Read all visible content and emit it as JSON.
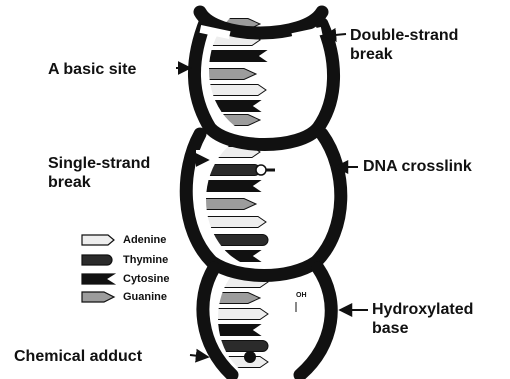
{
  "labels": {
    "double_strand_break": [
      "Double-strand",
      "break"
    ],
    "abasic_site": "A basic site",
    "single_strand_break": [
      "Single-strand",
      "break"
    ],
    "dna_crosslink": "DNA crosslink",
    "hydroxylated_base": [
      "Hydroxylated",
      "base"
    ],
    "chemical_adduct": "Chemical adduct",
    "oh_mark": "OH"
  },
  "legend": [
    {
      "name": "Adenine",
      "icon": "adenine-shape-icon",
      "color": "#eeeeee"
    },
    {
      "name": "Thymine",
      "icon": "thymine-shape-icon",
      "color": "#2b2b2b"
    },
    {
      "name": "Cytosine",
      "icon": "cytosine-shape-icon",
      "color": "#111111"
    },
    {
      "name": "Guanine",
      "icon": "guanine-shape-icon",
      "color": "#9c9c9c"
    }
  ],
  "colors": {
    "backbone": "#111111",
    "adenine": "#eeeeee",
    "thymine": "#2b2b2b",
    "cytosine": "#111111",
    "guanine": "#9c9c9c"
  }
}
